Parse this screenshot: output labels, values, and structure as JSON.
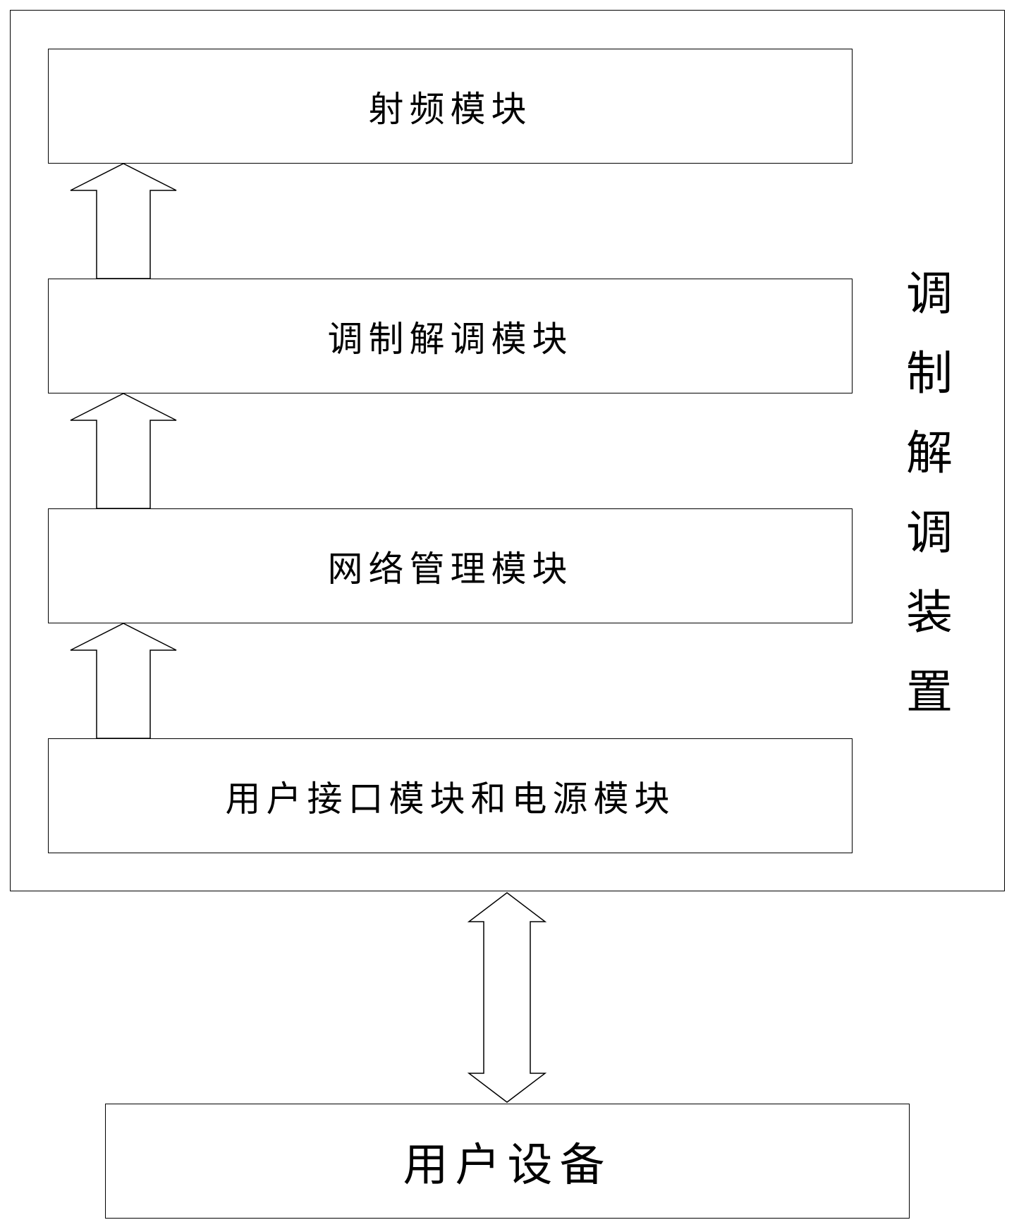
{
  "device_title": "调制解调装置",
  "modules": [
    {
      "label": "射频模块"
    },
    {
      "label": "调制解调模块"
    },
    {
      "label": "网络管理模块"
    },
    {
      "label": "用户接口模块和电源模块"
    }
  ],
  "user_device": {
    "label": "用户设备"
  },
  "icons": [
    "up-arrow-icon",
    "double-arrow-icon"
  ]
}
